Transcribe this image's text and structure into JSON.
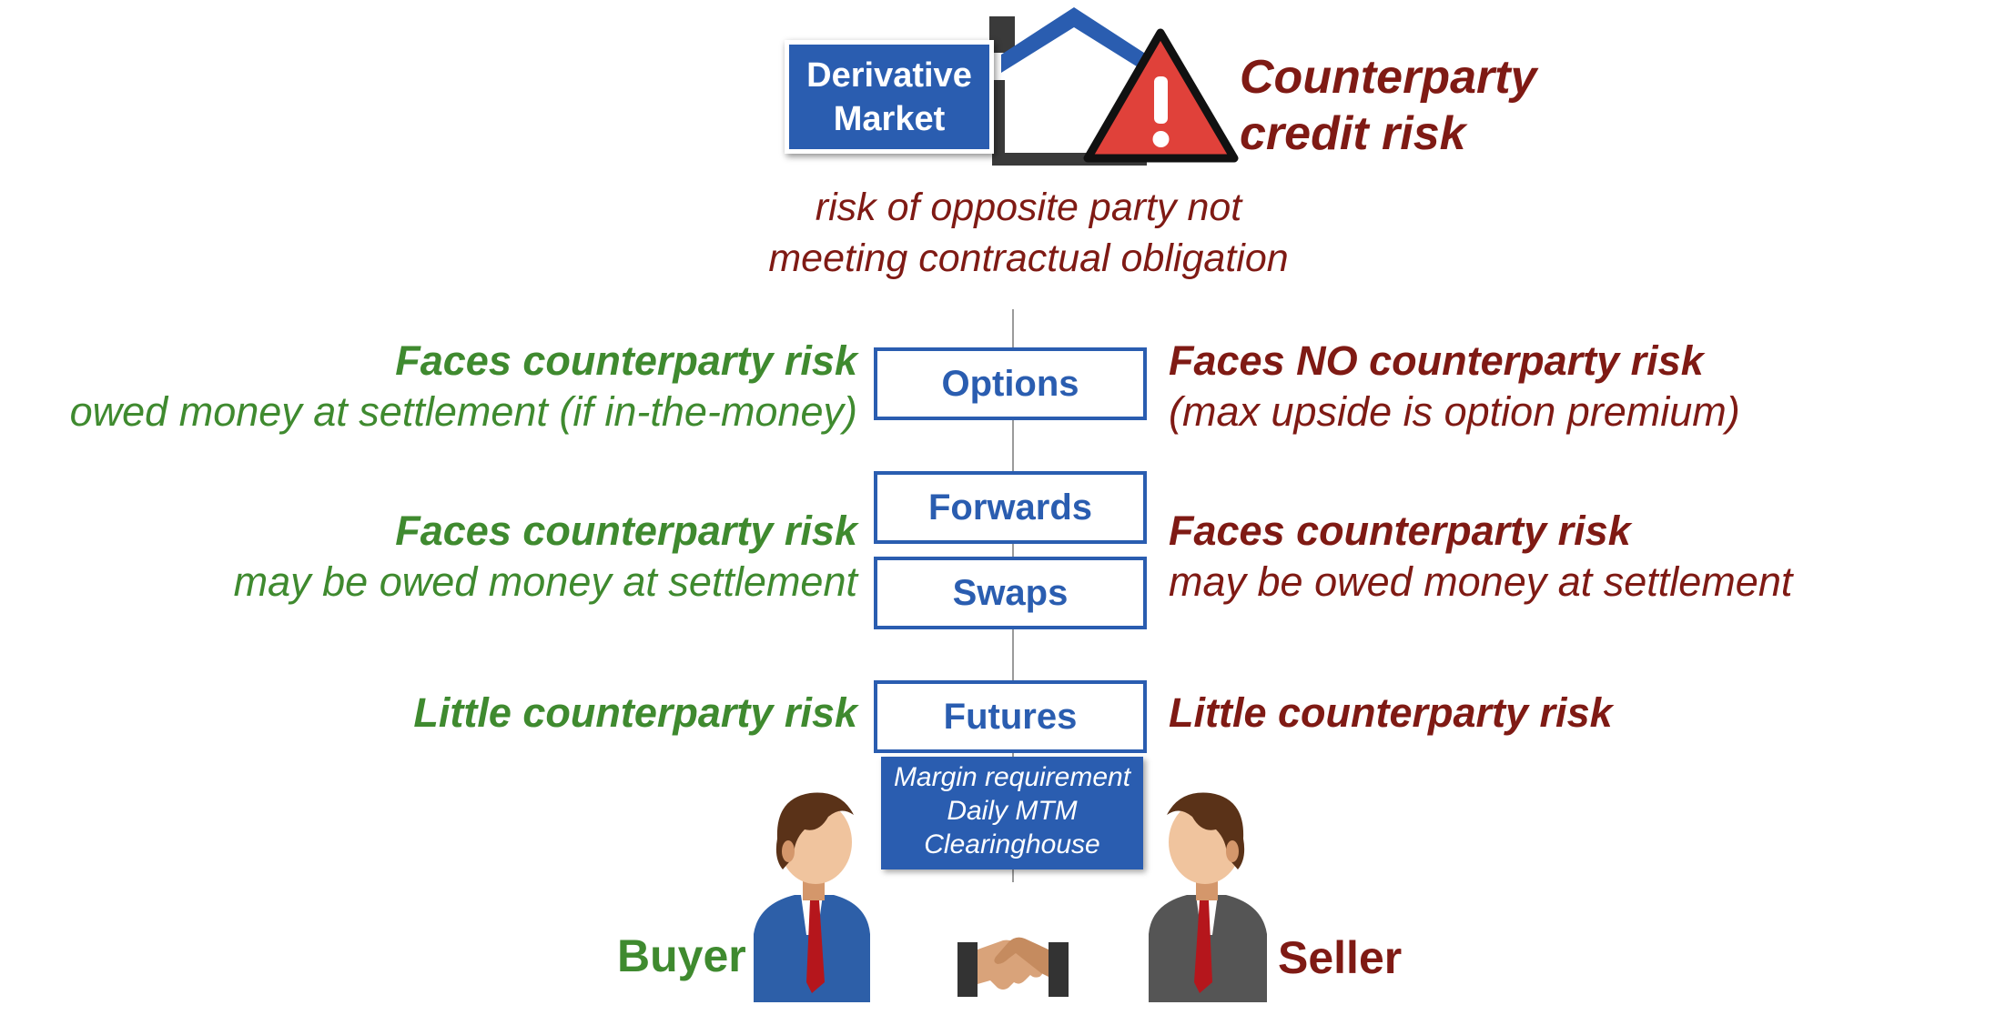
{
  "market_label": {
    "line1": "Derivative",
    "line2": "Market"
  },
  "risk": {
    "title_line1": "Counterparty",
    "title_line2": "credit risk",
    "desc_line1": "risk of opposite party not",
    "desc_line2": "meeting contractual obligation"
  },
  "instruments": {
    "options": "Options",
    "forwards": "Forwards",
    "swaps": "Swaps",
    "futures": "Futures"
  },
  "futures_notes": [
    "Margin requirement",
    "Daily MTM",
    "Clearinghouse"
  ],
  "buyer_side": {
    "options_title": "Faces counterparty risk",
    "options_sub": "owed money at settlement (if in-the-money)",
    "fs_title": "Faces counterparty risk",
    "fs_sub": "may be owed money at settlement",
    "futures_title": "Little counterparty risk"
  },
  "seller_side": {
    "options_title": "Faces NO counterparty risk",
    "options_sub": "(max upside is option premium)",
    "fs_title": "Faces counterparty risk",
    "fs_sub": "may be owed money at settlement",
    "futures_title": "Little counterparty risk"
  },
  "parties": {
    "buyer": "Buyer",
    "seller": "Seller"
  },
  "colors": {
    "buyer_green": "#3f8a2f",
    "seller_red": "#7f1a14",
    "instrument_blue": "#2a5db0",
    "warning_red": "#e0413a"
  },
  "icons": [
    "house-icon",
    "warning-icon",
    "buyer-icon",
    "seller-icon",
    "handshake-icon"
  ]
}
